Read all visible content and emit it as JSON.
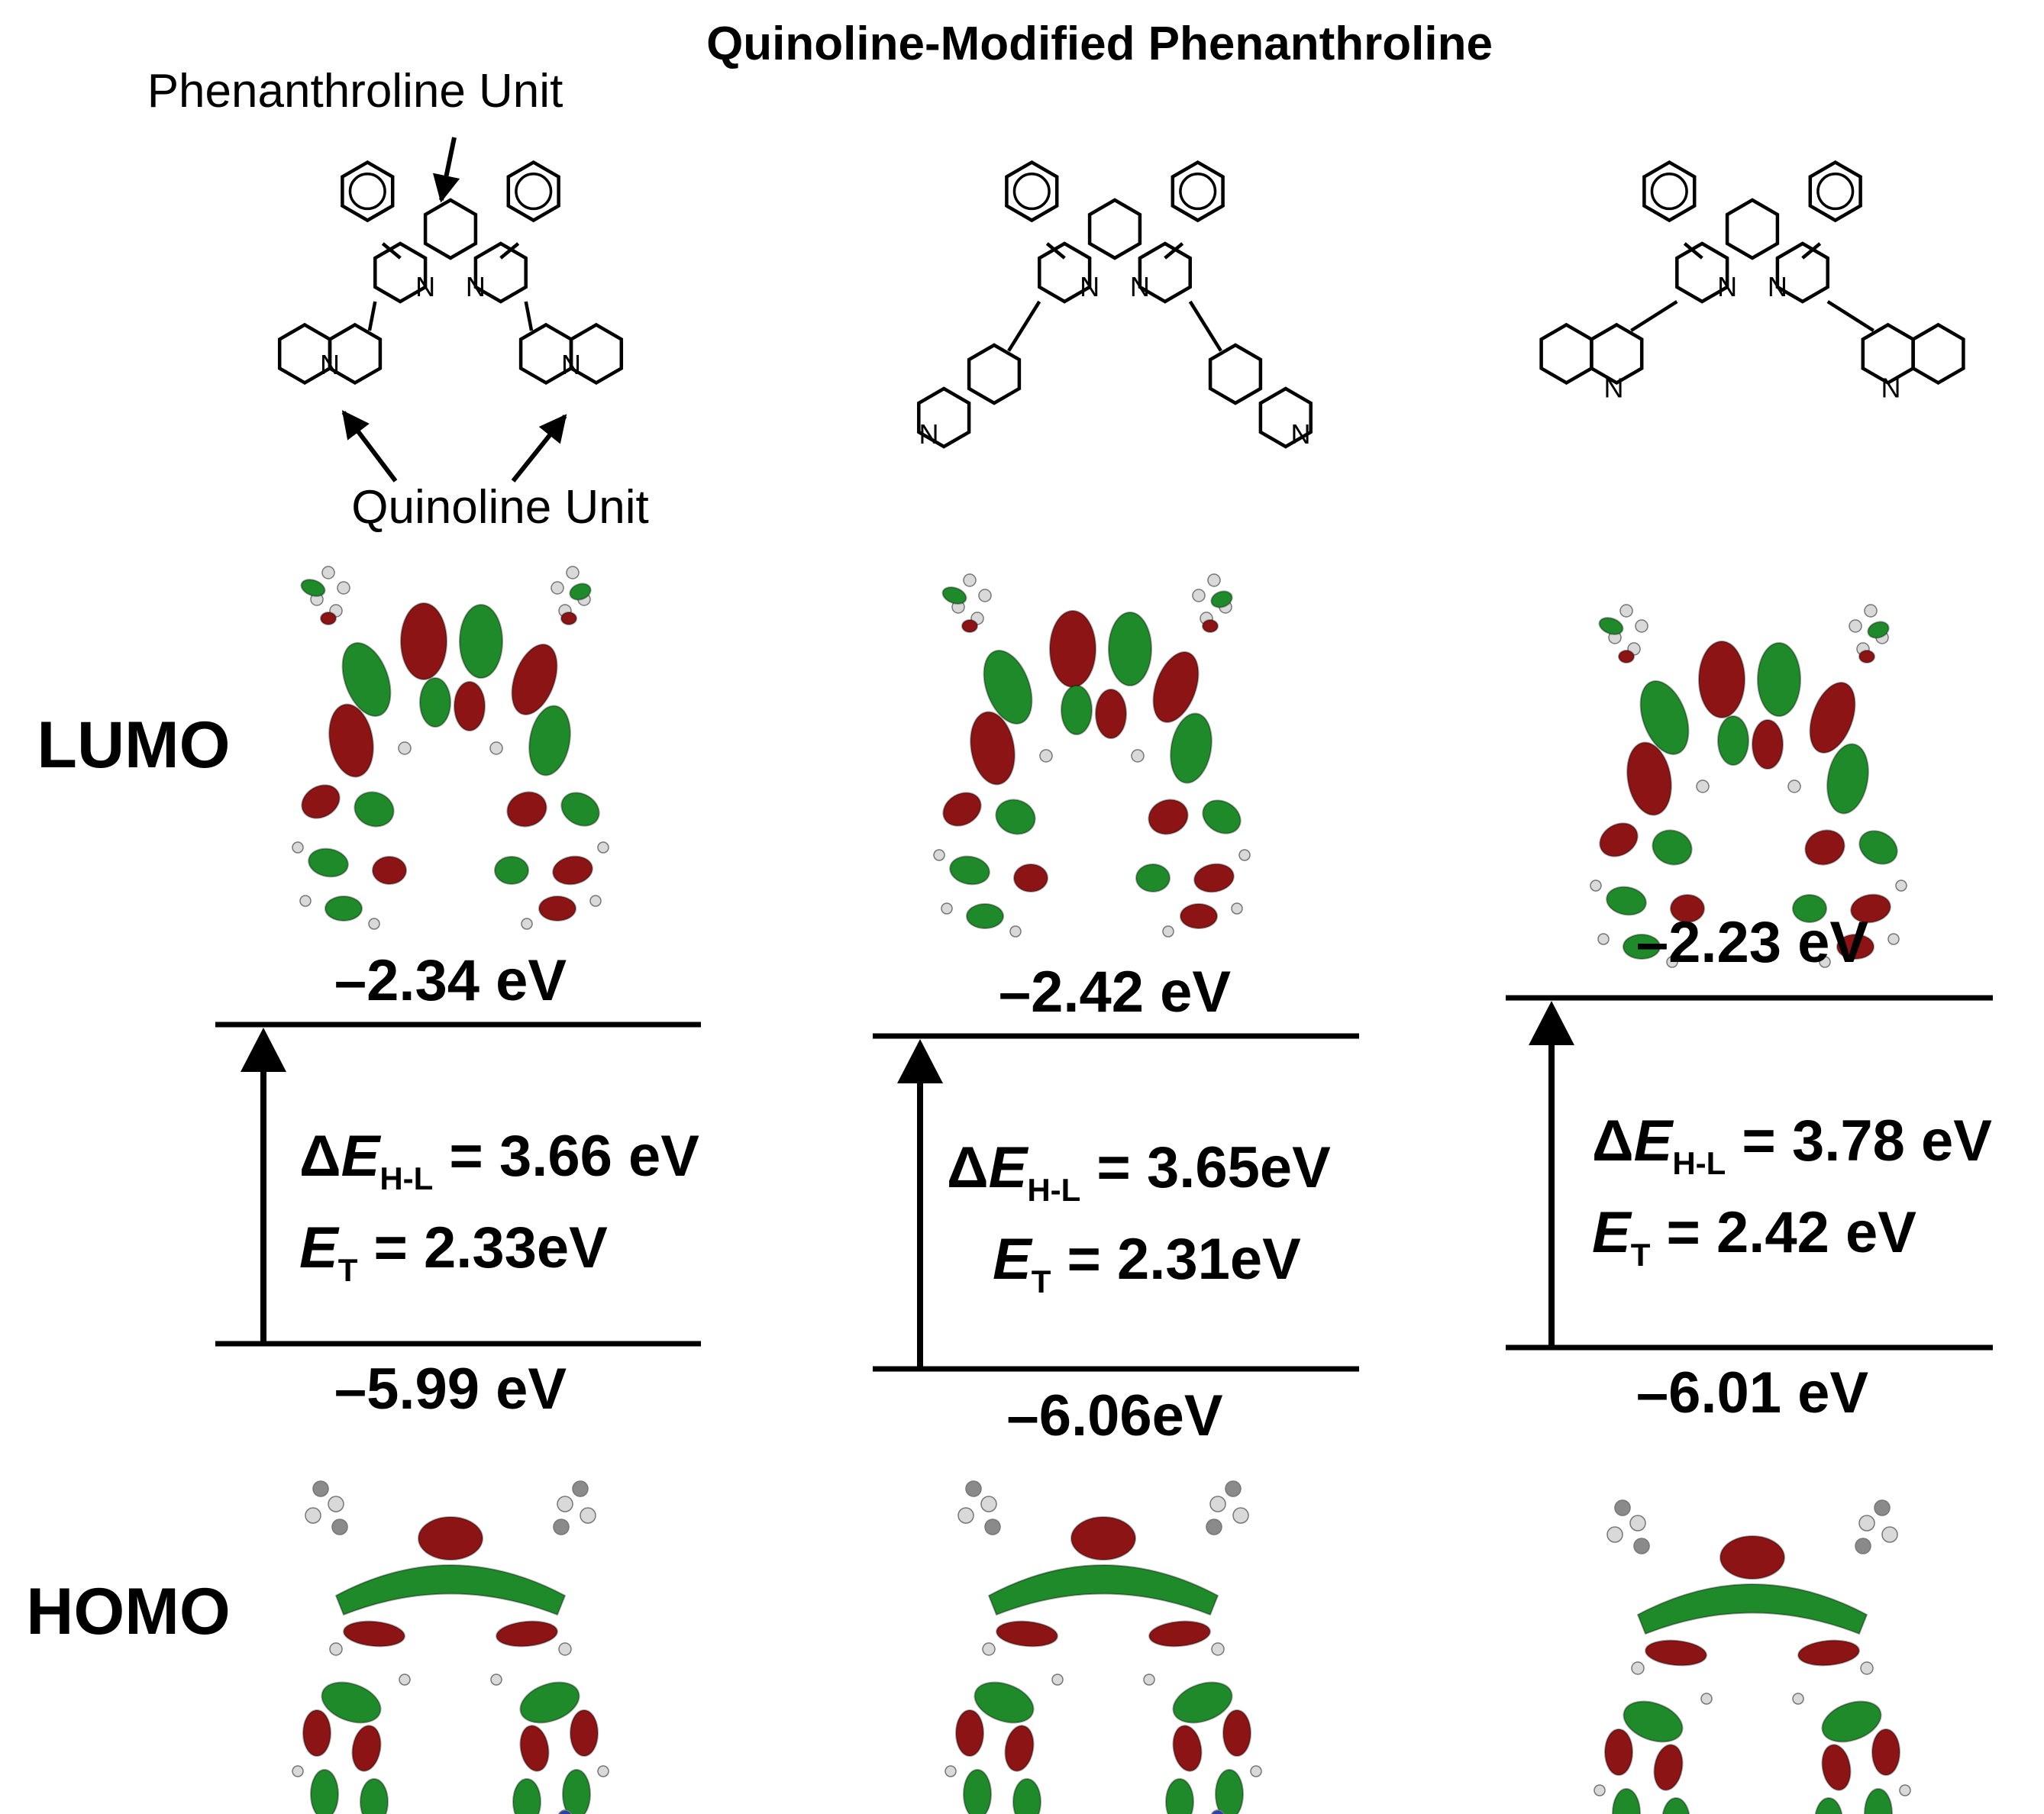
{
  "title": "Quinoline-Modified Phenanthroline",
  "annotations": {
    "phenanthroline_unit": "Phenanthroline Unit",
    "quinoline_unit": "Quinoline Unit"
  },
  "row_labels": {
    "lumo": "LUMO",
    "homo": "HOMO"
  },
  "atom_label": "N",
  "delta_prefix": "Δ",
  "sub_HL": "H-L",
  "sub_T": "T",
  "symbol_E": "E",
  "equals": " = ",
  "molecules": [
    {
      "lumo": "–2.34 eV",
      "homo": "–5.99 eV",
      "delta_value": "3.66 eV",
      "et_value": "2.33eV"
    },
    {
      "lumo": "–2.42 eV",
      "homo": "–6.06eV",
      "delta_value": "3.65eV",
      "et_value": "2.31eV"
    },
    {
      "lumo": "–2.23 eV",
      "homo": "–6.01 eV",
      "delta_value": "3.78 eV",
      "et_value": "2.42 eV"
    }
  ],
  "colors": {
    "orbital_red": "#8c1414",
    "orbital_green": "#1f8a2a",
    "atom_hydrogen": "#d9d9d9",
    "atom_carbon": "#8a8a8a",
    "atom_nitrogen": "#2a3fb0",
    "line": "#000000"
  }
}
